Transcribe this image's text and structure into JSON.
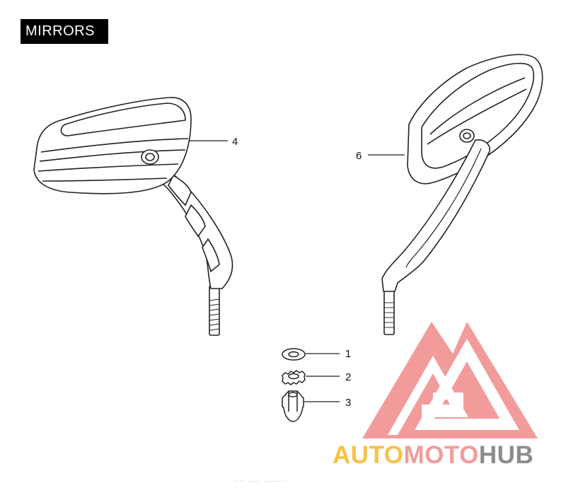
{
  "title": "MIRRORS",
  "callouts": [
    {
      "id": "1",
      "label": "1"
    },
    {
      "id": "2",
      "label": "2"
    },
    {
      "id": "3",
      "label": "3"
    },
    {
      "id": "4",
      "label": "4"
    },
    {
      "id": "6",
      "label": "6"
    }
  ],
  "watermark": {
    "part1": "AUTO",
    "part2": "MOTO",
    "part3": "HUB",
    "color_part1": "#f5c24a",
    "color_part2": "#f29c9c",
    "color_part3": "#8c8c8c",
    "logo_color": "#f08a8a"
  },
  "footer_id": "···· ···· ········"
}
